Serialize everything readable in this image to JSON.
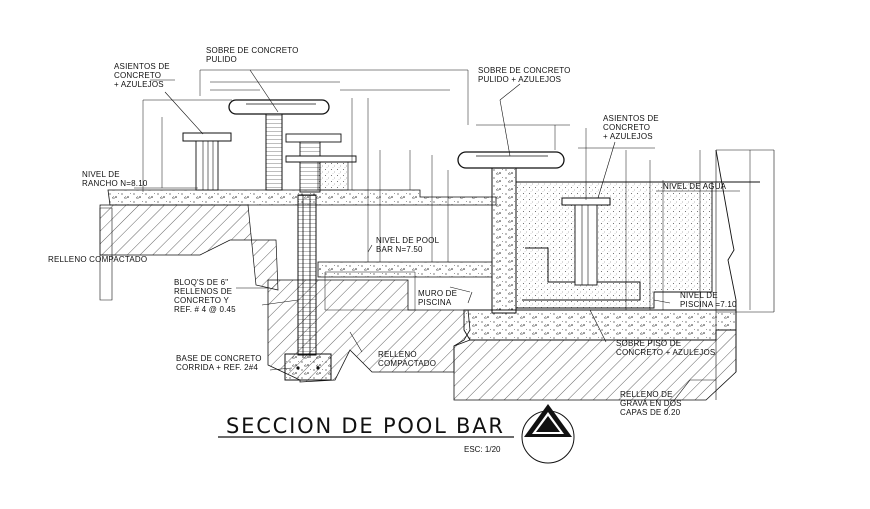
{
  "title": "SECCION DE POOL BAR",
  "scale": "ESC: 1/20",
  "labels": {
    "asientos_left": [
      "ASIENTOS DE",
      "CONCRETO",
      "+ AZULEJOS"
    ],
    "sobre_concreto_pulido": [
      "SOBRE DE CONCRETO",
      "PULIDO"
    ],
    "sobre_concreto_azulejos": [
      "SOBRE DE CONCRETO",
      "PULIDO + AZULEJOS"
    ],
    "asientos_right": [
      "ASIENTOS DE",
      "CONCRETO",
      "+ AZULEJOS"
    ],
    "nivel_rancho": [
      "NIVEL DE",
      "RANCHO N=8.10"
    ],
    "nivel_agua": "NIVEL DE AGUA",
    "relleno_left": "RELLENO COMPACTADO",
    "nivel_pool_bar": [
      "NIVEL DE POOL",
      "BAR N=7.50"
    ],
    "bloques": [
      "BLOQ'S DE 6\"",
      "RELLENOS DE",
      "CONCRETO Y",
      "REF. # 4 @ 0.45"
    ],
    "muro_piscina": [
      "MURO DE",
      "PISCINA"
    ],
    "nivel_piscina": [
      "NIVEL DE",
      "PISCINA =7.10"
    ],
    "sobre_piso": [
      "SOBRE PISO DE",
      "CONCRETO + AZULEJOS"
    ],
    "relleno_mid": [
      "RELLENO",
      "COMPACTADO"
    ],
    "base_concreto": [
      "BASE DE CONCRETO",
      "CORRIDA + REF. 2#4"
    ],
    "relleno_grava": [
      "RELLENO DE",
      "GRAVA EN DOS",
      "CAPAS DE 0.20"
    ]
  }
}
